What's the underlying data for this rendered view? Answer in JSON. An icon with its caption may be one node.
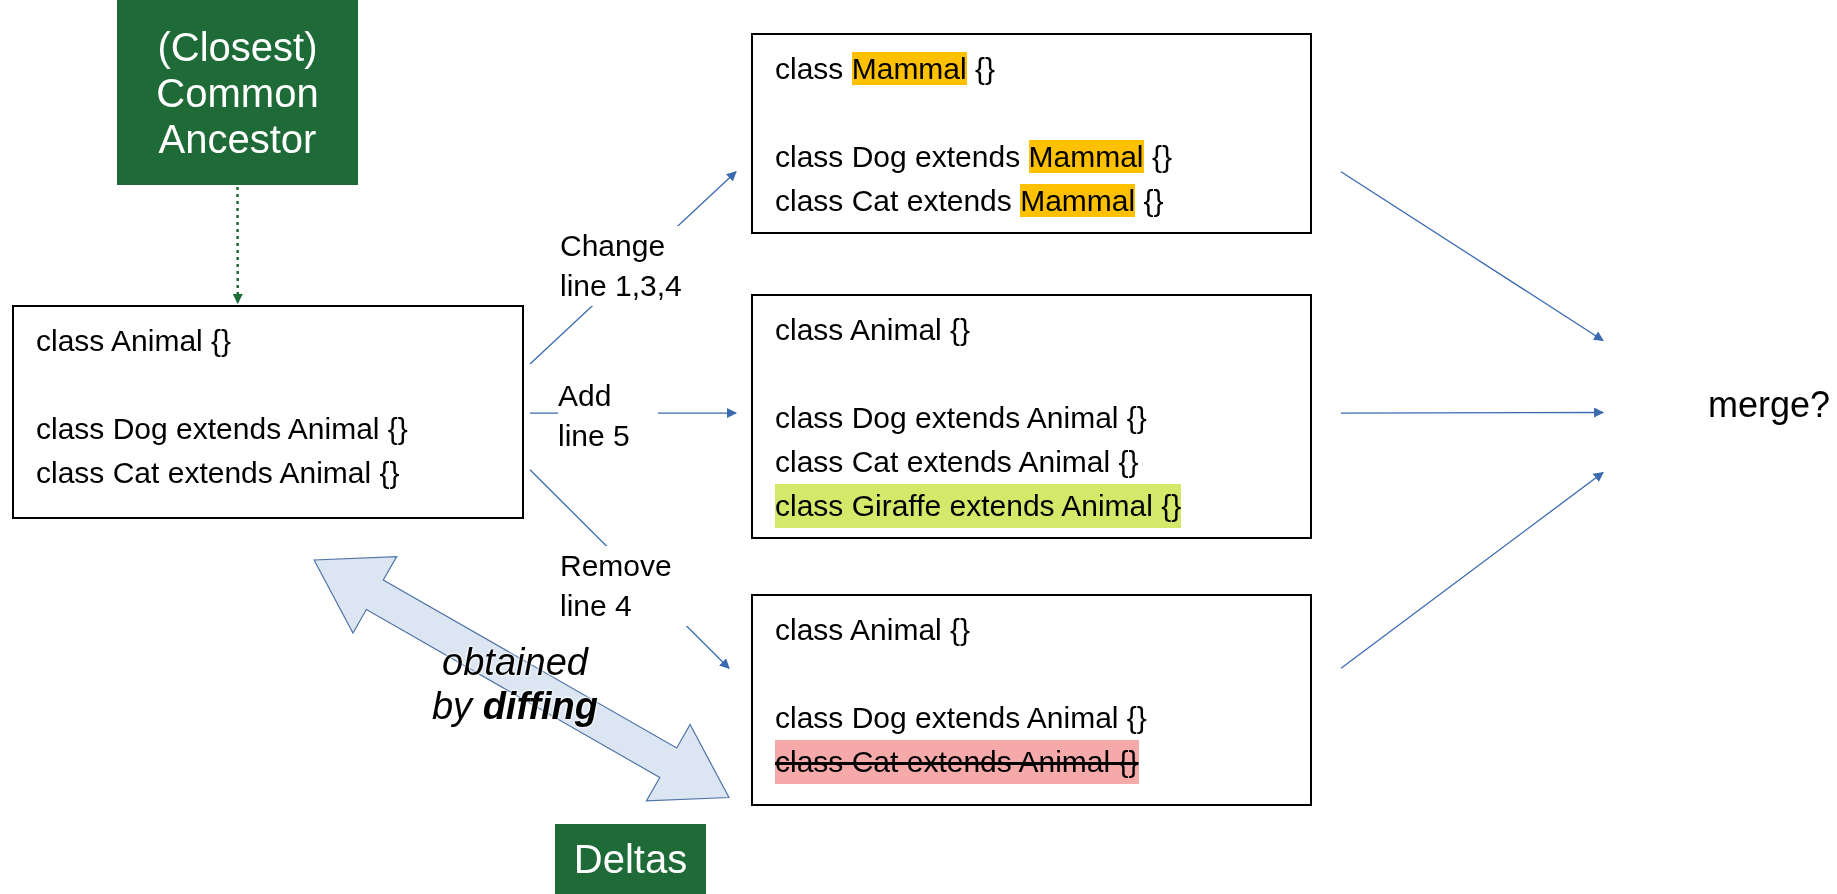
{
  "diagram": {
    "nodes": [
      {
        "text": [
          "(Closest) Common Ancestor"
        ]
      },
      {
        "text": [
          "class Animal {}",
          "class Dog extends Animal {}",
          "class Cat extends Animal {}"
        ]
      },
      {
        "text": [
          "class Mammal {}",
          "class Dog extends Mammal {}",
          "class Cat extends Mammal {}"
        ]
      },
      {
        "text": [
          "class Animal {}",
          "class Dog extends Animal {}",
          "class Cat extends Animal {}",
          "class Giraffe extends Animal {}"
        ]
      },
      {
        "text": [
          "class Animal {}",
          "class Dog extends Animal {}",
          "class Cat extends Animal {}"
        ]
      },
      {
        "text": [
          "merge?"
        ]
      },
      {
        "text": [
          "Deltas"
        ]
      }
    ],
    "edges": [
      {
        "from": 0,
        "to": 1,
        "arrow": "to",
        "style": "dashed",
        "color": "#1e6b37"
      },
      {
        "from": 1,
        "to": 2,
        "arrow": "to",
        "label": "Change line 1,3,4"
      },
      {
        "from": 1,
        "to": 3,
        "arrow": "to",
        "label": "Add line 5"
      },
      {
        "from": 1,
        "to": 4,
        "arrow": "to",
        "label": "Remove line 4"
      },
      {
        "from": 2,
        "to": 5,
        "arrow": "to"
      },
      {
        "from": 3,
        "to": 5,
        "arrow": "to"
      },
      {
        "from": 4,
        "to": 5,
        "arrow": "to"
      },
      {
        "from": 1,
        "to": 4,
        "arrow": "both",
        "style": "thick",
        "color": "#dce6f2",
        "label": "obtained by **diffing**"
      }
    ]
  }
}
